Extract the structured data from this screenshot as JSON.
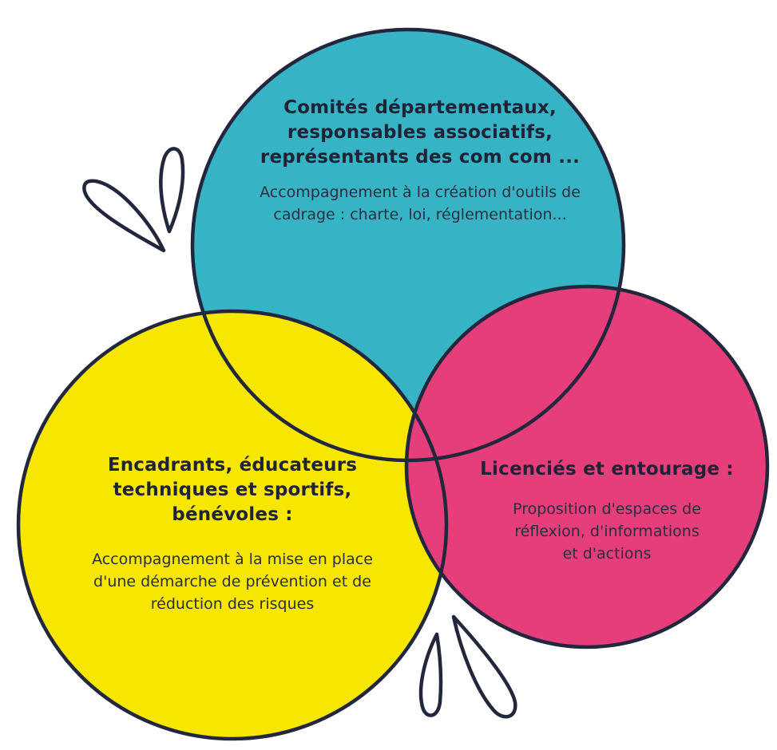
{
  "colors": {
    "teal": "#36b4c6",
    "yellow": "#f6e600",
    "pink": "#e63d7b",
    "outline": "#22273d"
  },
  "circles": {
    "top": {
      "title_lines": [
        "Comités départementaux,",
        "responsables associatifs,",
        "représentants des com com ..."
      ],
      "desc_lines": [
        "Accompagnement à la création d'outils de",
        "cadrage : charte, loi, réglementation..."
      ]
    },
    "left": {
      "title_lines": [
        "Encadrants, éducateurs",
        "techniques et sportifs,",
        "bénévoles :"
      ],
      "desc_lines": [
        "Accompagnement à la mise en place",
        "d'une démarche de prévention et de",
        "réduction des risques"
      ]
    },
    "right": {
      "title_lines": [
        "Licenciés et entourage :"
      ],
      "desc_lines": [
        "Proposition d'espaces de",
        "réflexion,  d'informations",
        "et d'actions"
      ]
    }
  },
  "decorations": [
    "petal-icon",
    "petal-icon",
    "petal-icon",
    "petal-icon",
    "petal-icon"
  ]
}
